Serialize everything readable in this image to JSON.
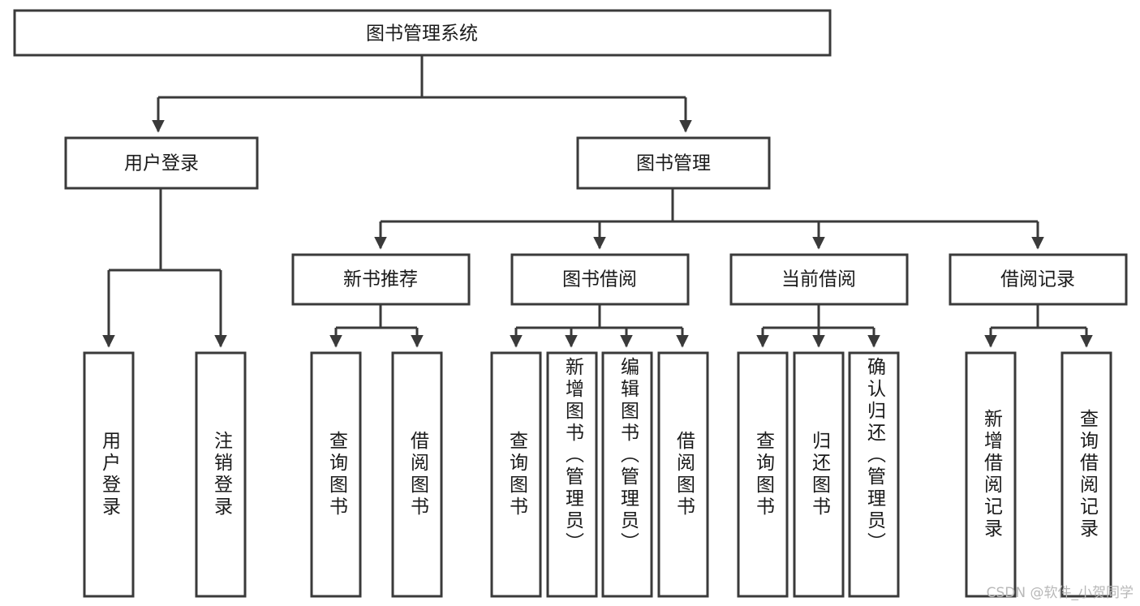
{
  "diagram": {
    "title": "图书管理系统",
    "type": "tree-hierarchy",
    "root": {
      "id": "root",
      "label": "图书管理系统"
    },
    "level2": [
      {
        "id": "user-login",
        "label": "用户登录"
      },
      {
        "id": "book-manage",
        "label": "图书管理"
      }
    ],
    "level3": [
      {
        "id": "new-book-rec",
        "label": "新书推荐",
        "parent": "book-manage"
      },
      {
        "id": "book-borrow",
        "label": "图书借阅",
        "parent": "book-manage"
      },
      {
        "id": "current-borrow",
        "label": "当前借阅",
        "parent": "book-manage"
      },
      {
        "id": "borrow-record",
        "label": "借阅记录",
        "parent": "book-manage"
      }
    ],
    "leaves": [
      {
        "id": "leaf-user-login",
        "label": "用户登录",
        "parent": "user-login"
      },
      {
        "id": "leaf-logout",
        "label": "注销登录",
        "parent": "user-login"
      },
      {
        "id": "leaf-query-book-1",
        "label": "查询图书",
        "parent": "new-book-rec"
      },
      {
        "id": "leaf-borrow-book-1",
        "label": "借阅图书",
        "parent": "new-book-rec"
      },
      {
        "id": "leaf-query-book-2",
        "label": "查询图书",
        "parent": "book-borrow"
      },
      {
        "id": "leaf-add-book",
        "label": "新增图书（管理员）",
        "parent": "book-borrow"
      },
      {
        "id": "leaf-edit-book",
        "label": "编辑图书（管理员）",
        "parent": "book-borrow"
      },
      {
        "id": "leaf-borrow-book-2",
        "label": "借阅图书",
        "parent": "book-borrow"
      },
      {
        "id": "leaf-query-book-3",
        "label": "查询图书",
        "parent": "current-borrow"
      },
      {
        "id": "leaf-return-book",
        "label": "归还图书",
        "parent": "current-borrow"
      },
      {
        "id": "leaf-confirm-return",
        "label": "确认归还（管理员）",
        "parent": "current-borrow"
      },
      {
        "id": "leaf-add-record",
        "label": "新增借阅记录",
        "parent": "borrow-record"
      },
      {
        "id": "leaf-query-record",
        "label": "查询借阅记录",
        "parent": "borrow-record"
      }
    ],
    "colors": {
      "box_stroke": "#3a3a3a",
      "box_fill": "#ffffff",
      "text": "#1a1a1a",
      "background": "#ffffff",
      "watermark": "#b8b8b8"
    }
  },
  "watermark": {
    "text": "CSDN @软件_小贺同学"
  }
}
